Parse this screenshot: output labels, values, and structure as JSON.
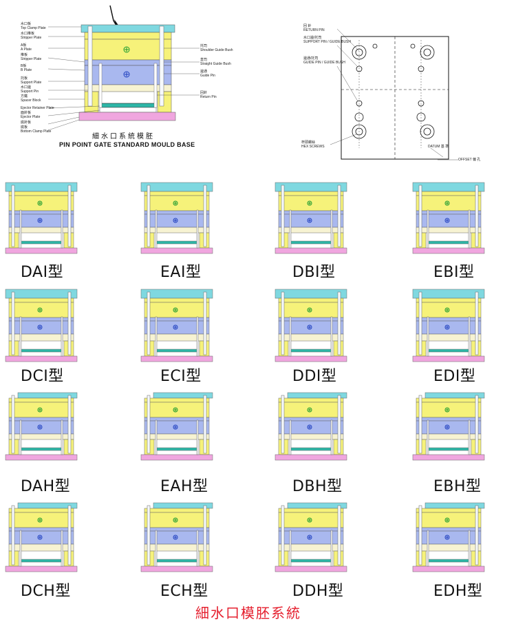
{
  "top_left": {
    "labels": [
      {
        "cn": "水口板",
        "en": "Top Clamp Plate"
      },
      {
        "cn": "水口推板",
        "en": "Stripper Plate"
      },
      {
        "cn": "A板",
        "en": "A Plate"
      },
      {
        "cn": "推板",
        "en": "Stripper Plate"
      },
      {
        "cn": "B板",
        "en": "B Plate"
      },
      {
        "cn": "托板",
        "en": "Support Plate"
      },
      {
        "cn": "水口邊",
        "en": "Support Pin"
      },
      {
        "cn": "方鐵",
        "en": "Spacer Block"
      },
      {
        "cn": "",
        "en": "Ejector Retainer Plate"
      },
      {
        "cn": "面針板",
        "en": "Ejector Plate"
      },
      {
        "cn": "底針板",
        "en": ""
      },
      {
        "cn": "底板",
        "en": "Bottom Clamp Plate"
      }
    ],
    "right_labels": [
      {
        "cn": "托司",
        "en": "Shoulder Guide Bush"
      },
      {
        "cn": "直司",
        "en": "Straight Guide Bush"
      },
      {
        "cn": "邊通",
        "en": "Guide Pin"
      },
      {
        "cn": "回針",
        "en": "Return Pin"
      }
    ],
    "caption_cn": "細水口系統模胚",
    "caption_en": "PIN POINT GATE STANDARD MOULD BASE"
  },
  "top_right": {
    "labels": [
      {
        "cn": "回 針",
        "en": "RETURN PIN"
      },
      {
        "cn": "水口邊/托司",
        "en": "SUPPORT PIN / GUIDE BUSH"
      },
      {
        "cn": "邊通/托司",
        "en": "GUIDE PIN / GUIDE BUSH"
      },
      {
        "cn": "杯頭螺絲",
        "en": "HEX SCREWS"
      },
      {
        "cn": "基 準",
        "en": "DATUM"
      },
      {
        "cn": "偏 孔",
        "en": "OFFSET"
      }
    ]
  },
  "molds": [
    {
      "name": "DAI型"
    },
    {
      "name": "EAI型"
    },
    {
      "name": "DBI型"
    },
    {
      "name": "EBI型"
    },
    {
      "name": "DCI型"
    },
    {
      "name": "ECI型"
    },
    {
      "name": "DDI型"
    },
    {
      "name": "EDI型"
    },
    {
      "name": "DAH型"
    },
    {
      "name": "EAH型"
    },
    {
      "name": "DBH型"
    },
    {
      "name": "EBH型"
    },
    {
      "name": "DCH型"
    },
    {
      "name": "ECH型"
    },
    {
      "name": "DDH型"
    },
    {
      "name": "EDH型"
    }
  ],
  "footer": "細水口模胚系統",
  "colors": {
    "cyan": "#7fd8e0",
    "yellow": "#f6f27a",
    "blue": "#a9b8ef",
    "cream": "#f7f3d2",
    "pink": "#f0a6df",
    "teal_bar": "#2eb6a7",
    "footer_red": "#e5202f"
  }
}
